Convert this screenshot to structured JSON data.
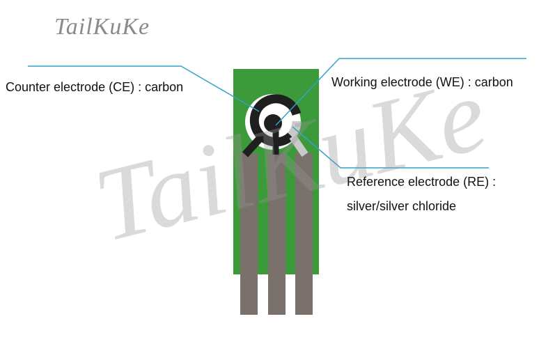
{
  "brand": {
    "logo_text": "TailKuKe",
    "watermark_text": "TailKuKe"
  },
  "labels": {
    "counter_electrode": "Counter electrode (CE) : carbon",
    "working_electrode": "Working electrode (WE) : carbon",
    "reference_electrode_line1": "Reference electrode (RE) :",
    "reference_electrode_line2": "silver/silver chloride"
  },
  "colors": {
    "substrate": "#3d9a3a",
    "carbon": "#1f1f1f",
    "silver": "#c9c9c9",
    "contact": "#7a706c",
    "leader_line": "#2fa4c8"
  }
}
